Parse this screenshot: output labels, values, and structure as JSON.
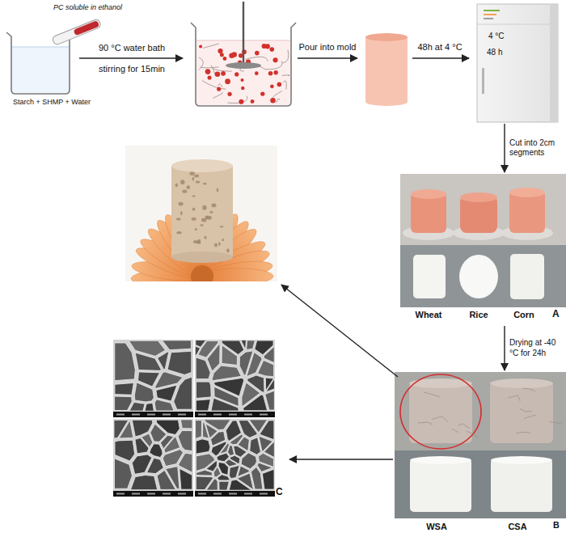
{
  "diagram": {
    "nodes": [
      {
        "text": [
          "Starch + SHMP + Water"
        ]
      },
      {
        "text": [
          "PC soluble in ethanol"
        ]
      },
      {
        "text": [
          "4 °C",
          "48 h"
        ]
      },
      {
        "text": [
          "Wheat",
          "Rice",
          "Corn",
          "A"
        ]
      },
      {
        "text": [
          "WSA",
          "CSA",
          "B"
        ]
      },
      {
        "text": [
          "C"
        ]
      }
    ],
    "edges": [
      {
        "from": 2,
        "to": 3,
        "label": "Cut into 2cm segments",
        "arrow": "to"
      },
      {
        "from": 3,
        "to": 4,
        "label": "Drying at -40 °C for 24h",
        "arrow": "to"
      },
      {
        "from": 4,
        "to": 5,
        "arrow": "to"
      }
    ],
    "labels": [
      "90 °C water bath stirring for 15min",
      "Pour into mold",
      "48h at 4 °C"
    ]
  }
}
